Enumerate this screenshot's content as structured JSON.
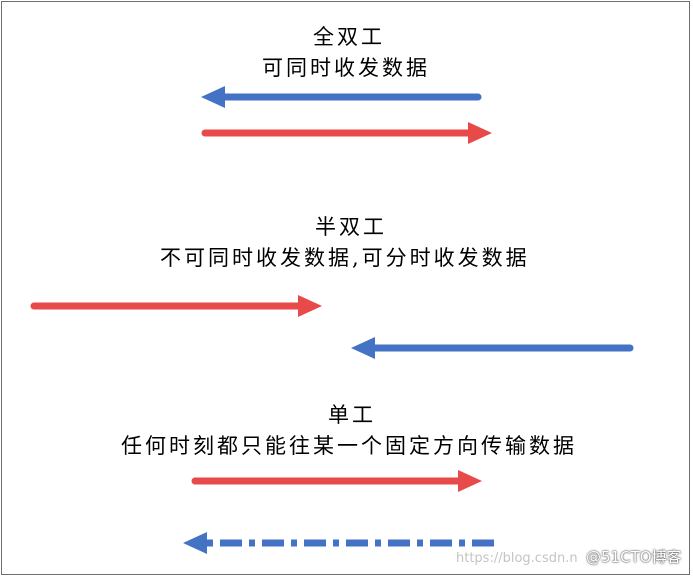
{
  "sections": [
    {
      "title": "全双工",
      "desc": "可同时收发数据"
    },
    {
      "title": "半双工",
      "desc": "不可同时收发数据,可分时收发数据"
    },
    {
      "title": "单工",
      "desc": "任何时刻都只能往某一个固定方向传输数据"
    }
  ],
  "colors": {
    "blue": "#4472C4",
    "red": "#E84A4A",
    "border": "#6F6F6F"
  },
  "watermark": {
    "url": "https://blog.csdn.n",
    "brand": "@51CTO博客"
  }
}
